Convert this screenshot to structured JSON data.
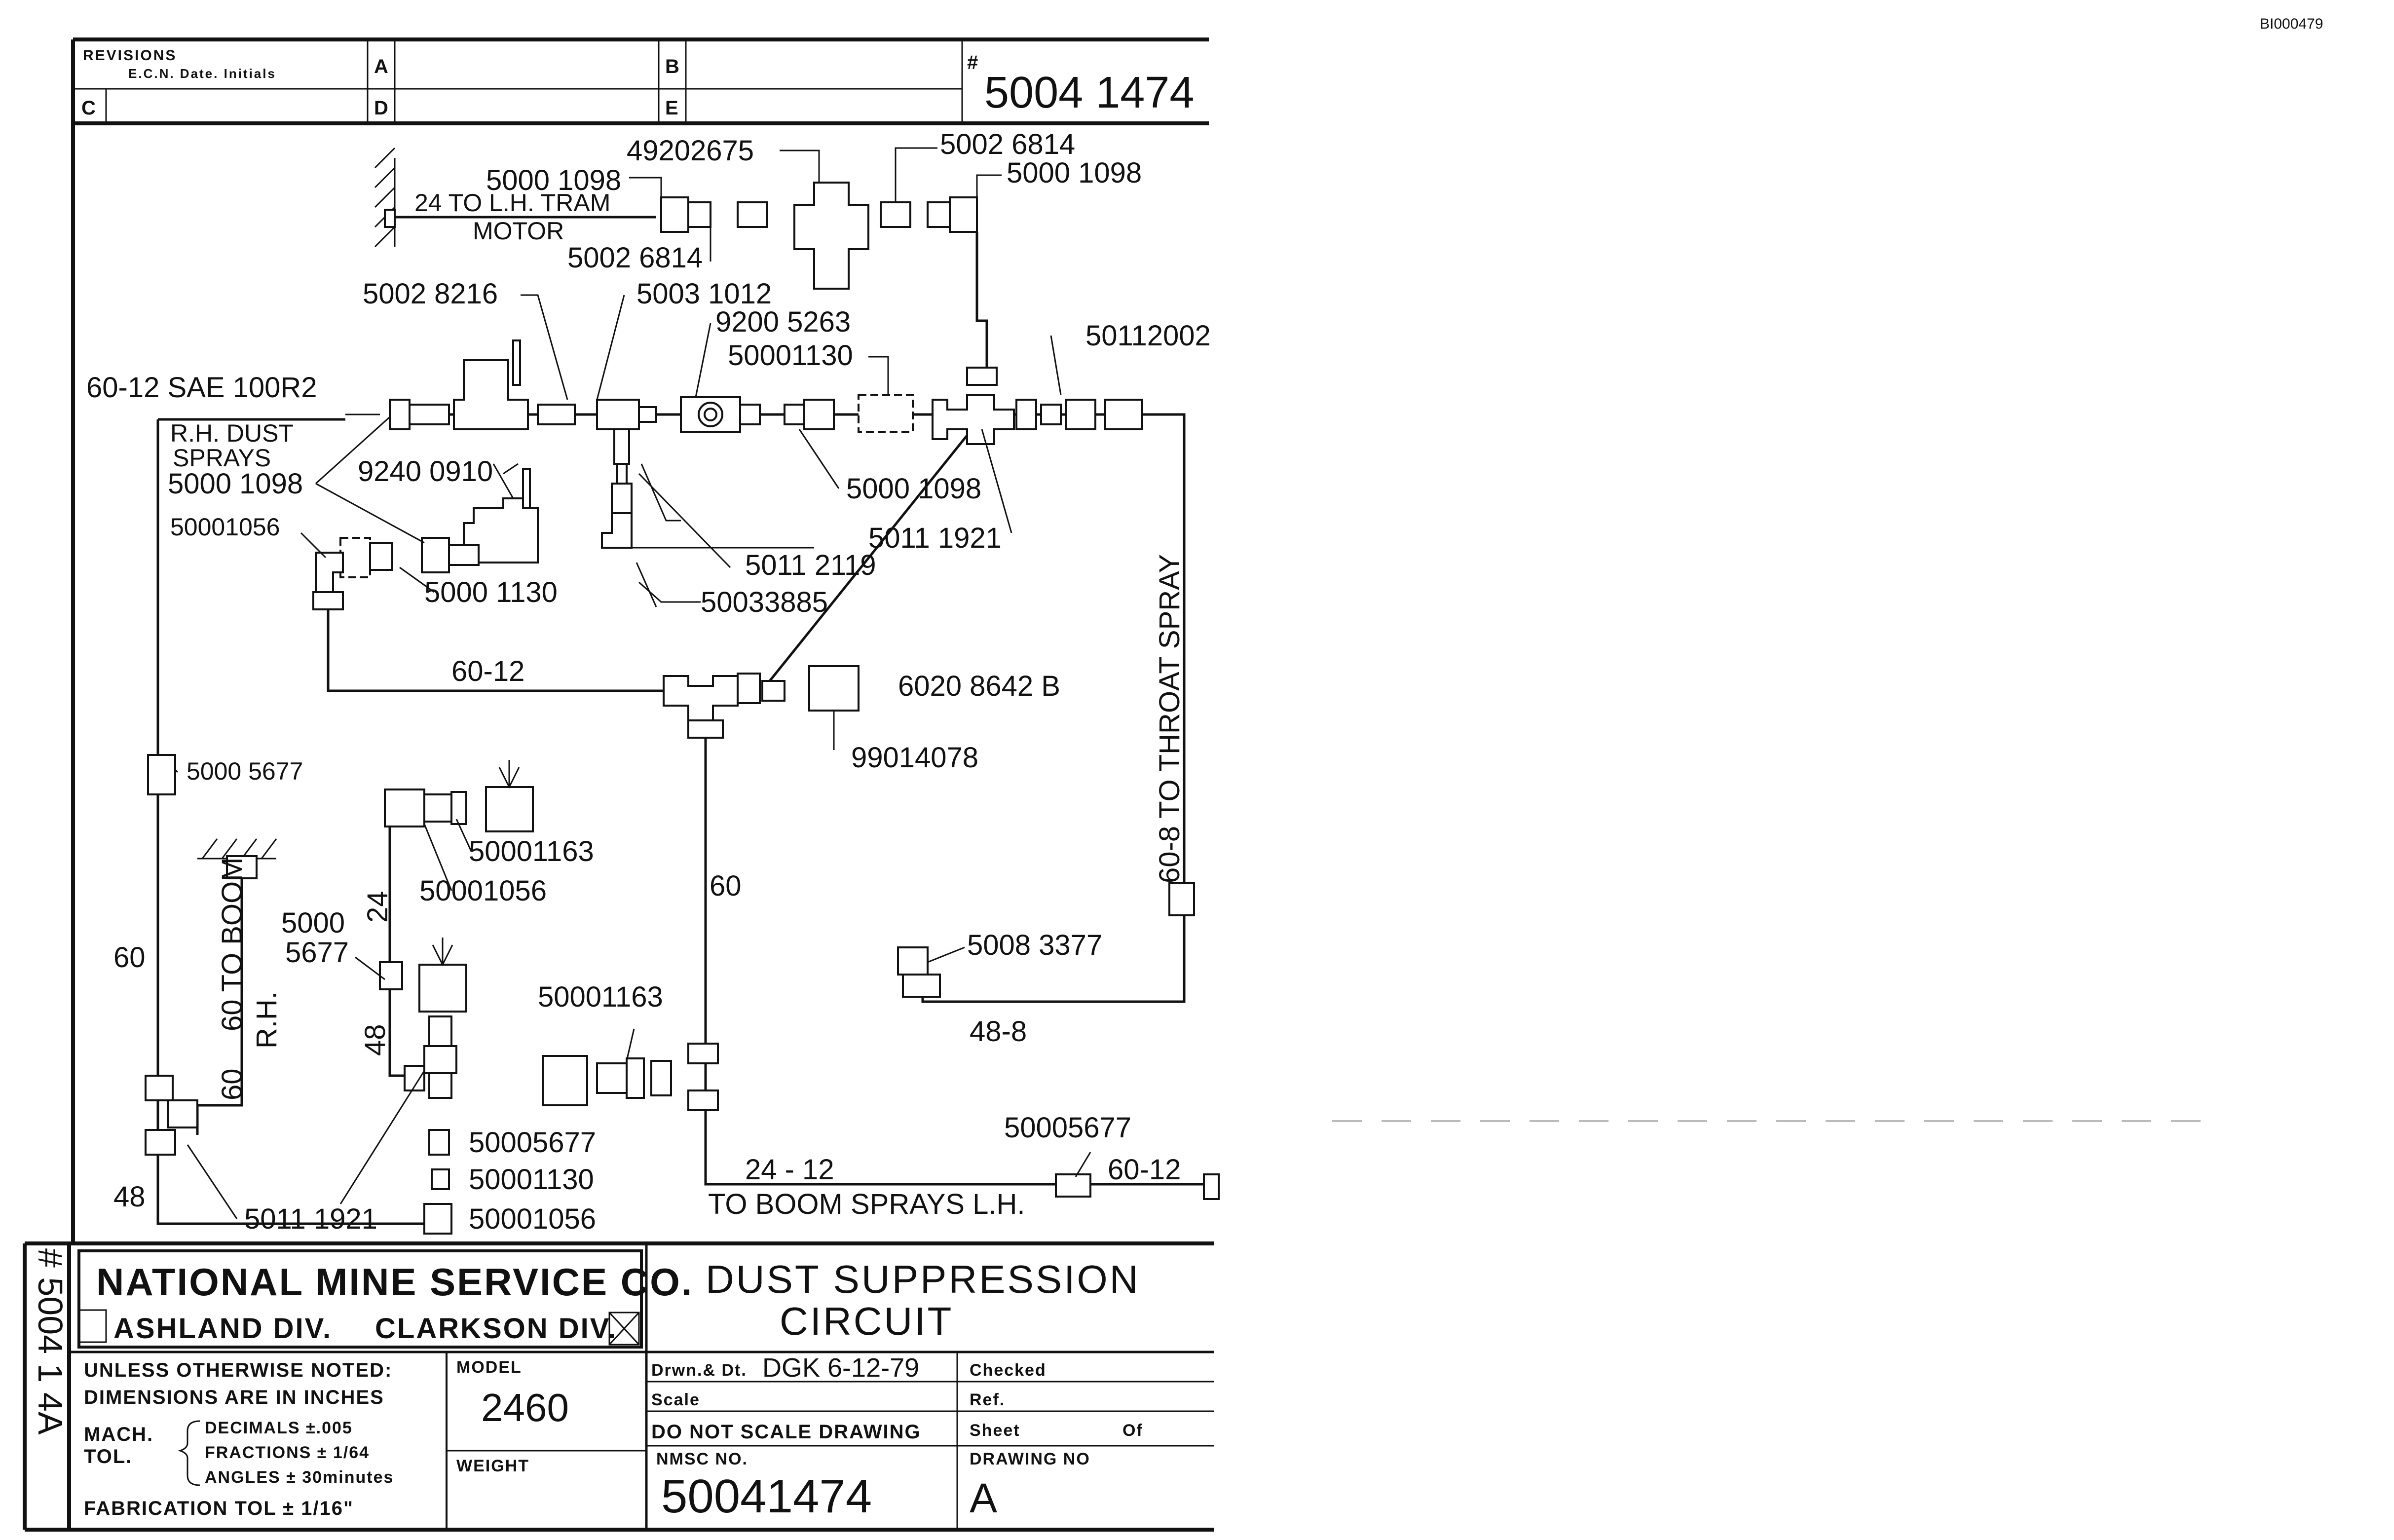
{
  "corner_stamp": "BI000479",
  "revisions": {
    "header": "REVISIONS",
    "subheader": "E.C.N. Date. Initials",
    "cells": [
      "A",
      "B",
      "C",
      "D",
      "E"
    ]
  },
  "drawing_number_box": {
    "hash": "#",
    "number": "5004 1474"
  },
  "left_margin_number": "# 5004 1 4A",
  "labels": {
    "p_49202675": "49202675",
    "p_50026814_top": "5002 6814",
    "p_50001098_top_right": "5000 1098",
    "p_50001098_top_left": "5000 1098",
    "lh_tram_line1": "24 TO L.H. TRAM",
    "lh_tram_line2": "MOTOR",
    "p_50026814_mid": "5002 6814",
    "p_50028216": "5002 8216",
    "p_50031012": "5003 1012",
    "p_92005263": "9200 5263",
    "p_50001130_a": "50001130",
    "p_50112002": "50112002",
    "hose_sae": "60-12 SAE 100R2",
    "rh_dust_1": "R.H. DUST",
    "rh_dust_2": "SPRAYS",
    "p_92400910": "9240 0910",
    "p_50001098_left": "5000 1098",
    "p_50001056_a": "50001056",
    "p_50001130_b": "5000 1130",
    "p_50001098_mid": "5000 1098",
    "p_50111921_a": "5011 1921",
    "p_50112119": "5011 2119",
    "p_50033885": "50033885",
    "hose_60_12_mid": "60-12",
    "p_60208642B": "6020 8642 B",
    "p_99014078": "99014078",
    "p_50005677_a": "5000 5677",
    "throat_spray": "60-8 TO THROAT SPRAY",
    "p_50001163_a": "50001163",
    "p_50001056_b": "50001056",
    "p_5000_a": "5000",
    "p_5677_a": "5677",
    "hose_24": "24",
    "hose_60_left": "60",
    "boom_rh": "60 TO BOOM",
    "rh": "R.H.",
    "hose_48_v": "48",
    "hose_60_center": "60",
    "p_50083377": "5008 3377",
    "hose_48_8": "48-8",
    "p_50001163_b": "50001163",
    "hose_60_b": "60",
    "p_50005677_b": "50005677",
    "p_50001130_c": "50001130",
    "p_50001056_c": "50001056",
    "p_50005677_c": "50005677",
    "hose_24_12": "24 - 12",
    "hose_60_12_right": "60-12",
    "boom_lh": "TO BOOM SPRAYS L.H.",
    "hose_48": "48",
    "p_50111921_b": "5011 1921"
  },
  "title_block": {
    "company": "NATIONAL MINE SERVICE CO.",
    "ashland": "ASHLAND DIV.",
    "clarkson": "CLARKSON DIV.",
    "title_line1": "DUST SUPPRESSION",
    "title_line2": "CIRCUIT",
    "unless": "UNLESS OTHERWISE NOTED:",
    "dimensions": "DIMENSIONS ARE IN INCHES",
    "mach": "MACH.",
    "tol": "TOL.",
    "decimals": "DECIMALS ±.005",
    "fractions": "FRACTIONS ± 1/64",
    "angles": "ANGLES ± 30minutes",
    "fabrication": "FABRICATION TOL ± 1/16\"",
    "model_label": "MODEL",
    "model_value": "2460",
    "weight_label": "WEIGHT",
    "drawn_label": "Drwn.& Dt.",
    "drawn_value": "DGK 6-12-79",
    "checked_label": "Checked",
    "scale_label": "Scale",
    "ref_label": "Ref.",
    "do_not_scale": "DO NOT SCALE DRAWING",
    "sheet_label": "Sheet",
    "of_label": "Of",
    "nmsc_label": "NMSC NO.",
    "nmsc_value": "50041474",
    "drawing_no_label": "DRAWING NO",
    "drawing_no_value": "A"
  }
}
